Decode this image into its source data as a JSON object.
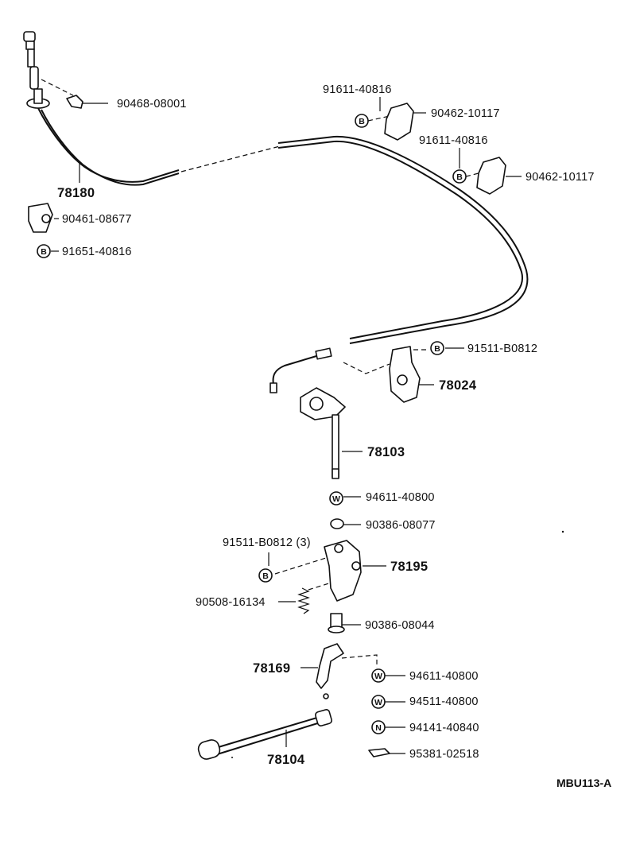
{
  "parts": {
    "p90468_08001": "90468-08001",
    "p91611_40816_a": "91611-40816",
    "p90462_10117_a": "90462-10117",
    "p91611_40816_b": "91611-40816",
    "p90462_10117_b": "90462-10117",
    "p78180": "78180",
    "p90461_08677": "90461-08677",
    "p91651_40816": "91651-40816",
    "p91511_B0812": "91511-B0812",
    "p78024": "78024",
    "p78103": "78103",
    "p94611_40800_a": "94611-40800",
    "p90386_08077": "90386-08077",
    "p91511_B0812_3": "91511-B0812  (3)",
    "p78195": "78195",
    "p90508_16134": "90508-16134",
    "p90386_08044": "90386-08044",
    "p78169": "78169",
    "p94611_40800_b": "94611-40800",
    "p94511_40800": "94511-40800",
    "p94141_40840": "94141-40840",
    "p95381_02518": "95381-02518",
    "p78104": "78104"
  },
  "symbols": {
    "bolt": "B",
    "washer": "W",
    "nut": "N"
  },
  "diagram_code": "MBU113-A"
}
